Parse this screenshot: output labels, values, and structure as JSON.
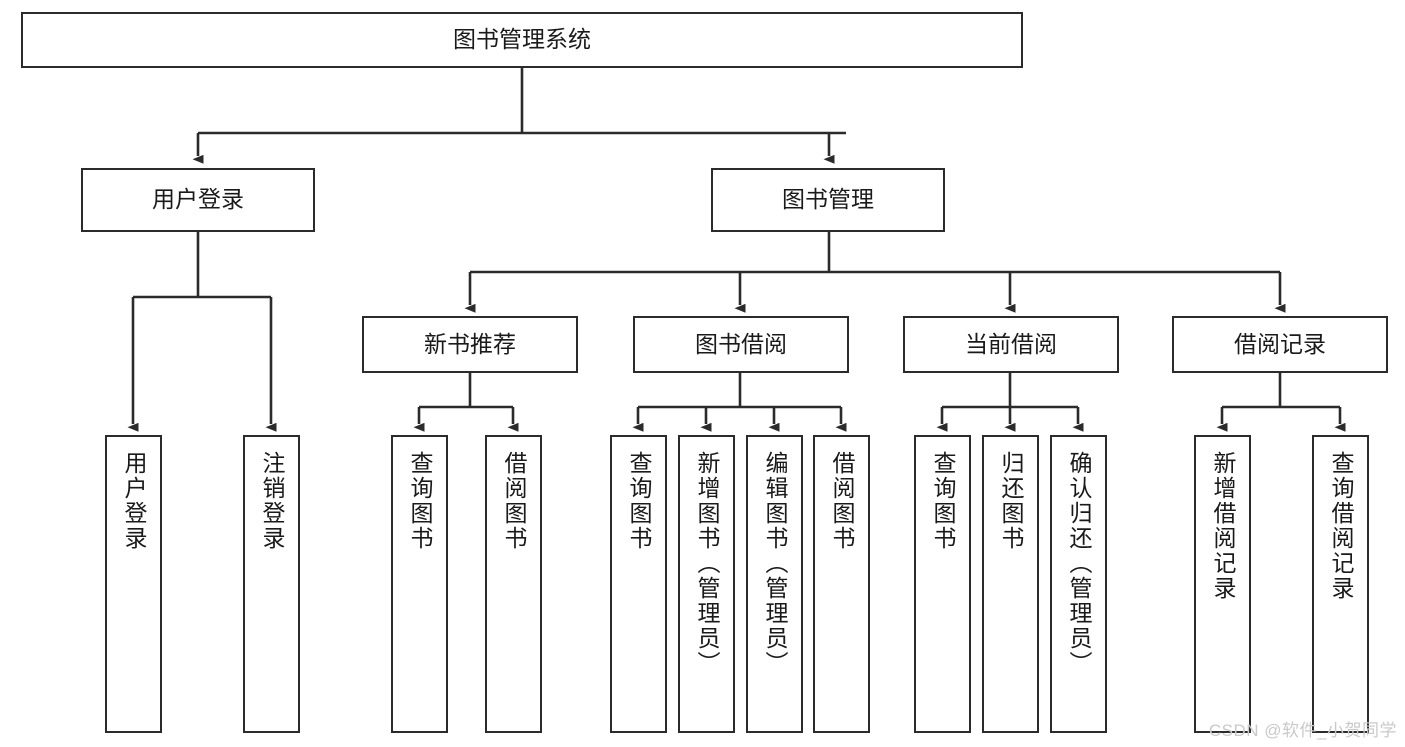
{
  "diagram": {
    "title": "图书管理系统",
    "type": "tree-hierarchy",
    "watermark": "CSDN @软件_小贺同学",
    "colors": {
      "stroke": "#2b2b2b",
      "fill": "#ffffff",
      "text": "#1a1a1a",
      "watermark": "#c9c9c9"
    },
    "nodes": {
      "root": {
        "label": "图书管理系统"
      },
      "level2": [
        {
          "label": "用户登录"
        },
        {
          "label": "图书管理"
        }
      ],
      "level3": [
        {
          "label": "新书推荐"
        },
        {
          "label": "图书借阅"
        },
        {
          "label": "当前借阅"
        },
        {
          "label": "借阅记录"
        }
      ],
      "leaves": {
        "user_login": [
          {
            "label": "用户登录"
          },
          {
            "label": "注销登录"
          }
        ],
        "new_book": [
          {
            "label": "查询图书"
          },
          {
            "label": "借阅图书"
          }
        ],
        "book_borrow": [
          {
            "label": "查询图书"
          },
          {
            "label": "新增图书（管理员）"
          },
          {
            "label": "编辑图书（管理员）"
          },
          {
            "label": "借阅图书"
          }
        ],
        "current_borrow": [
          {
            "label": "查询图书"
          },
          {
            "label": "归还图书"
          },
          {
            "label": "确认归还（管理员）"
          }
        ],
        "borrow_record": [
          {
            "label": "新增借阅记录"
          },
          {
            "label": "查询借阅记录"
          }
        ]
      }
    }
  }
}
